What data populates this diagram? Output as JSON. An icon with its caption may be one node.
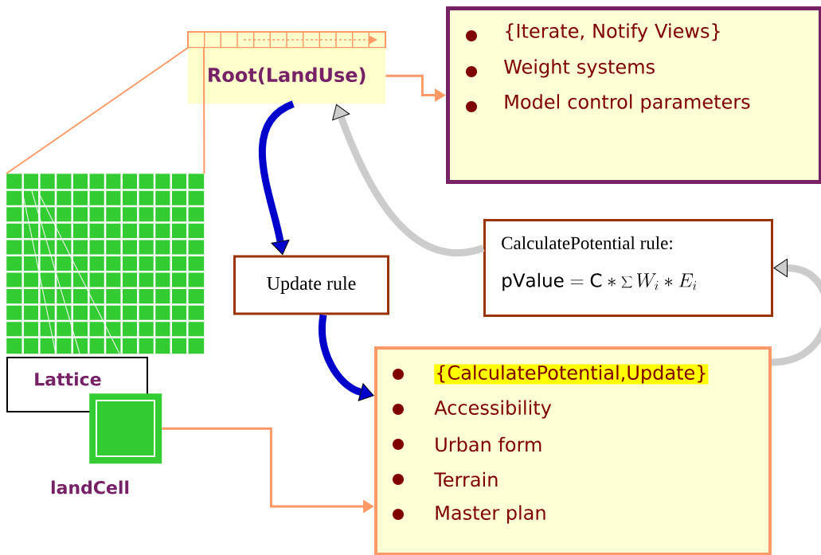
{
  "diagram": {
    "nodes": [
      {
        "text": [
          "Root(LandUse)"
        ]
      },
      {
        "text": [
          "{Iterate, Notify Views}",
          "Weight systems",
          "Model control parameters"
        ]
      },
      {
        "text": [
          "Update rule"
        ]
      },
      {
        "text": [
          "CalculatePotential rule:",
          "\\mathrm{pValue} = \\mathrm{C} * \\sum W_i * E_i"
        ]
      },
      {
        "text": [],
        "shape": "picture"
      },
      {
        "text": [
          "Lattice"
        ]
      },
      {
        "text": [],
        "shape": "box",
        "beside": [
          "landCell"
        ]
      },
      {
        "text": [
          "{CalculatePotential,Update}",
          "Accessibility",
          "Urban form",
          "Terrain",
          "Master plan"
        ]
      }
    ],
    "edges": [
      {
        "from": 0,
        "to": 1,
        "arrow": "to",
        "color": "#ff9966"
      },
      {
        "from": 0,
        "to": 2,
        "arrow": "to",
        "style": "thick",
        "color": "#0000cc"
      },
      {
        "from": 3,
        "to": 0,
        "arrow": "to",
        "style": "thick",
        "color": "#cccccc"
      },
      {
        "from": 2,
        "to": 7,
        "arrow": "to",
        "style": "thick",
        "color": "#0000cc"
      },
      {
        "from": 7,
        "to": 3,
        "arrow": "to",
        "style": "thick",
        "color": "#cccccc"
      },
      {
        "from": 6,
        "to": 7,
        "arrow": "to",
        "color": "#ff9966"
      },
      {
        "from": 0,
        "to": 4,
        "arrow": "none",
        "color": "#ff9966"
      },
      {
        "from": 0,
        "to": 4,
        "arrow": "none",
        "color": "#ff9966"
      }
    ]
  }
}
